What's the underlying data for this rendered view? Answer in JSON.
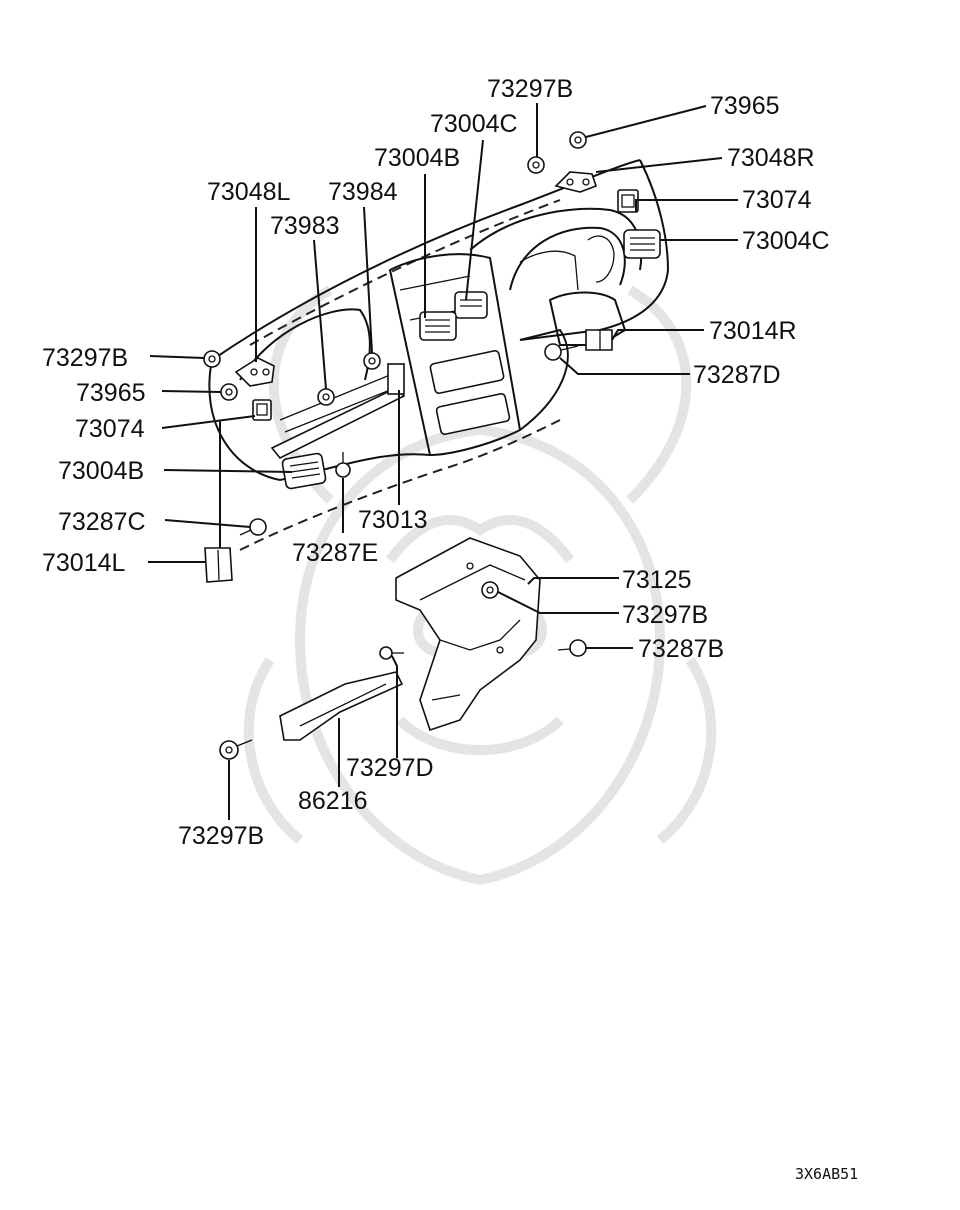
{
  "labels": {
    "l_73297B_top": "73297B",
    "l_73965_r": "73965",
    "l_73004C_top": "73004C",
    "l_73048R": "73048R",
    "l_73004B_top": "73004B",
    "l_73074_r": "73074",
    "l_73048L": "73048L",
    "l_73984": "73984",
    "l_73004C_r": "73004C",
    "l_73983": "73983",
    "l_73014R": "73014R",
    "l_73297B_l": "73297B",
    "l_73287D": "73287D",
    "l_73965_l": "73965",
    "l_73074_l": "73074",
    "l_73004B_l": "73004B",
    "l_73013": "73013",
    "l_73287C": "73287C",
    "l_73287E": "73287E",
    "l_73014L": "73014L",
    "l_73125": "73125",
    "l_73297B_m": "73297B",
    "l_73287B": "73287B",
    "l_73297D": "73297D",
    "l_86216": "86216",
    "l_73297B_b": "73297B"
  },
  "diagram_code": "3X6AB51",
  "watermark": "samurai-helmet-logo"
}
